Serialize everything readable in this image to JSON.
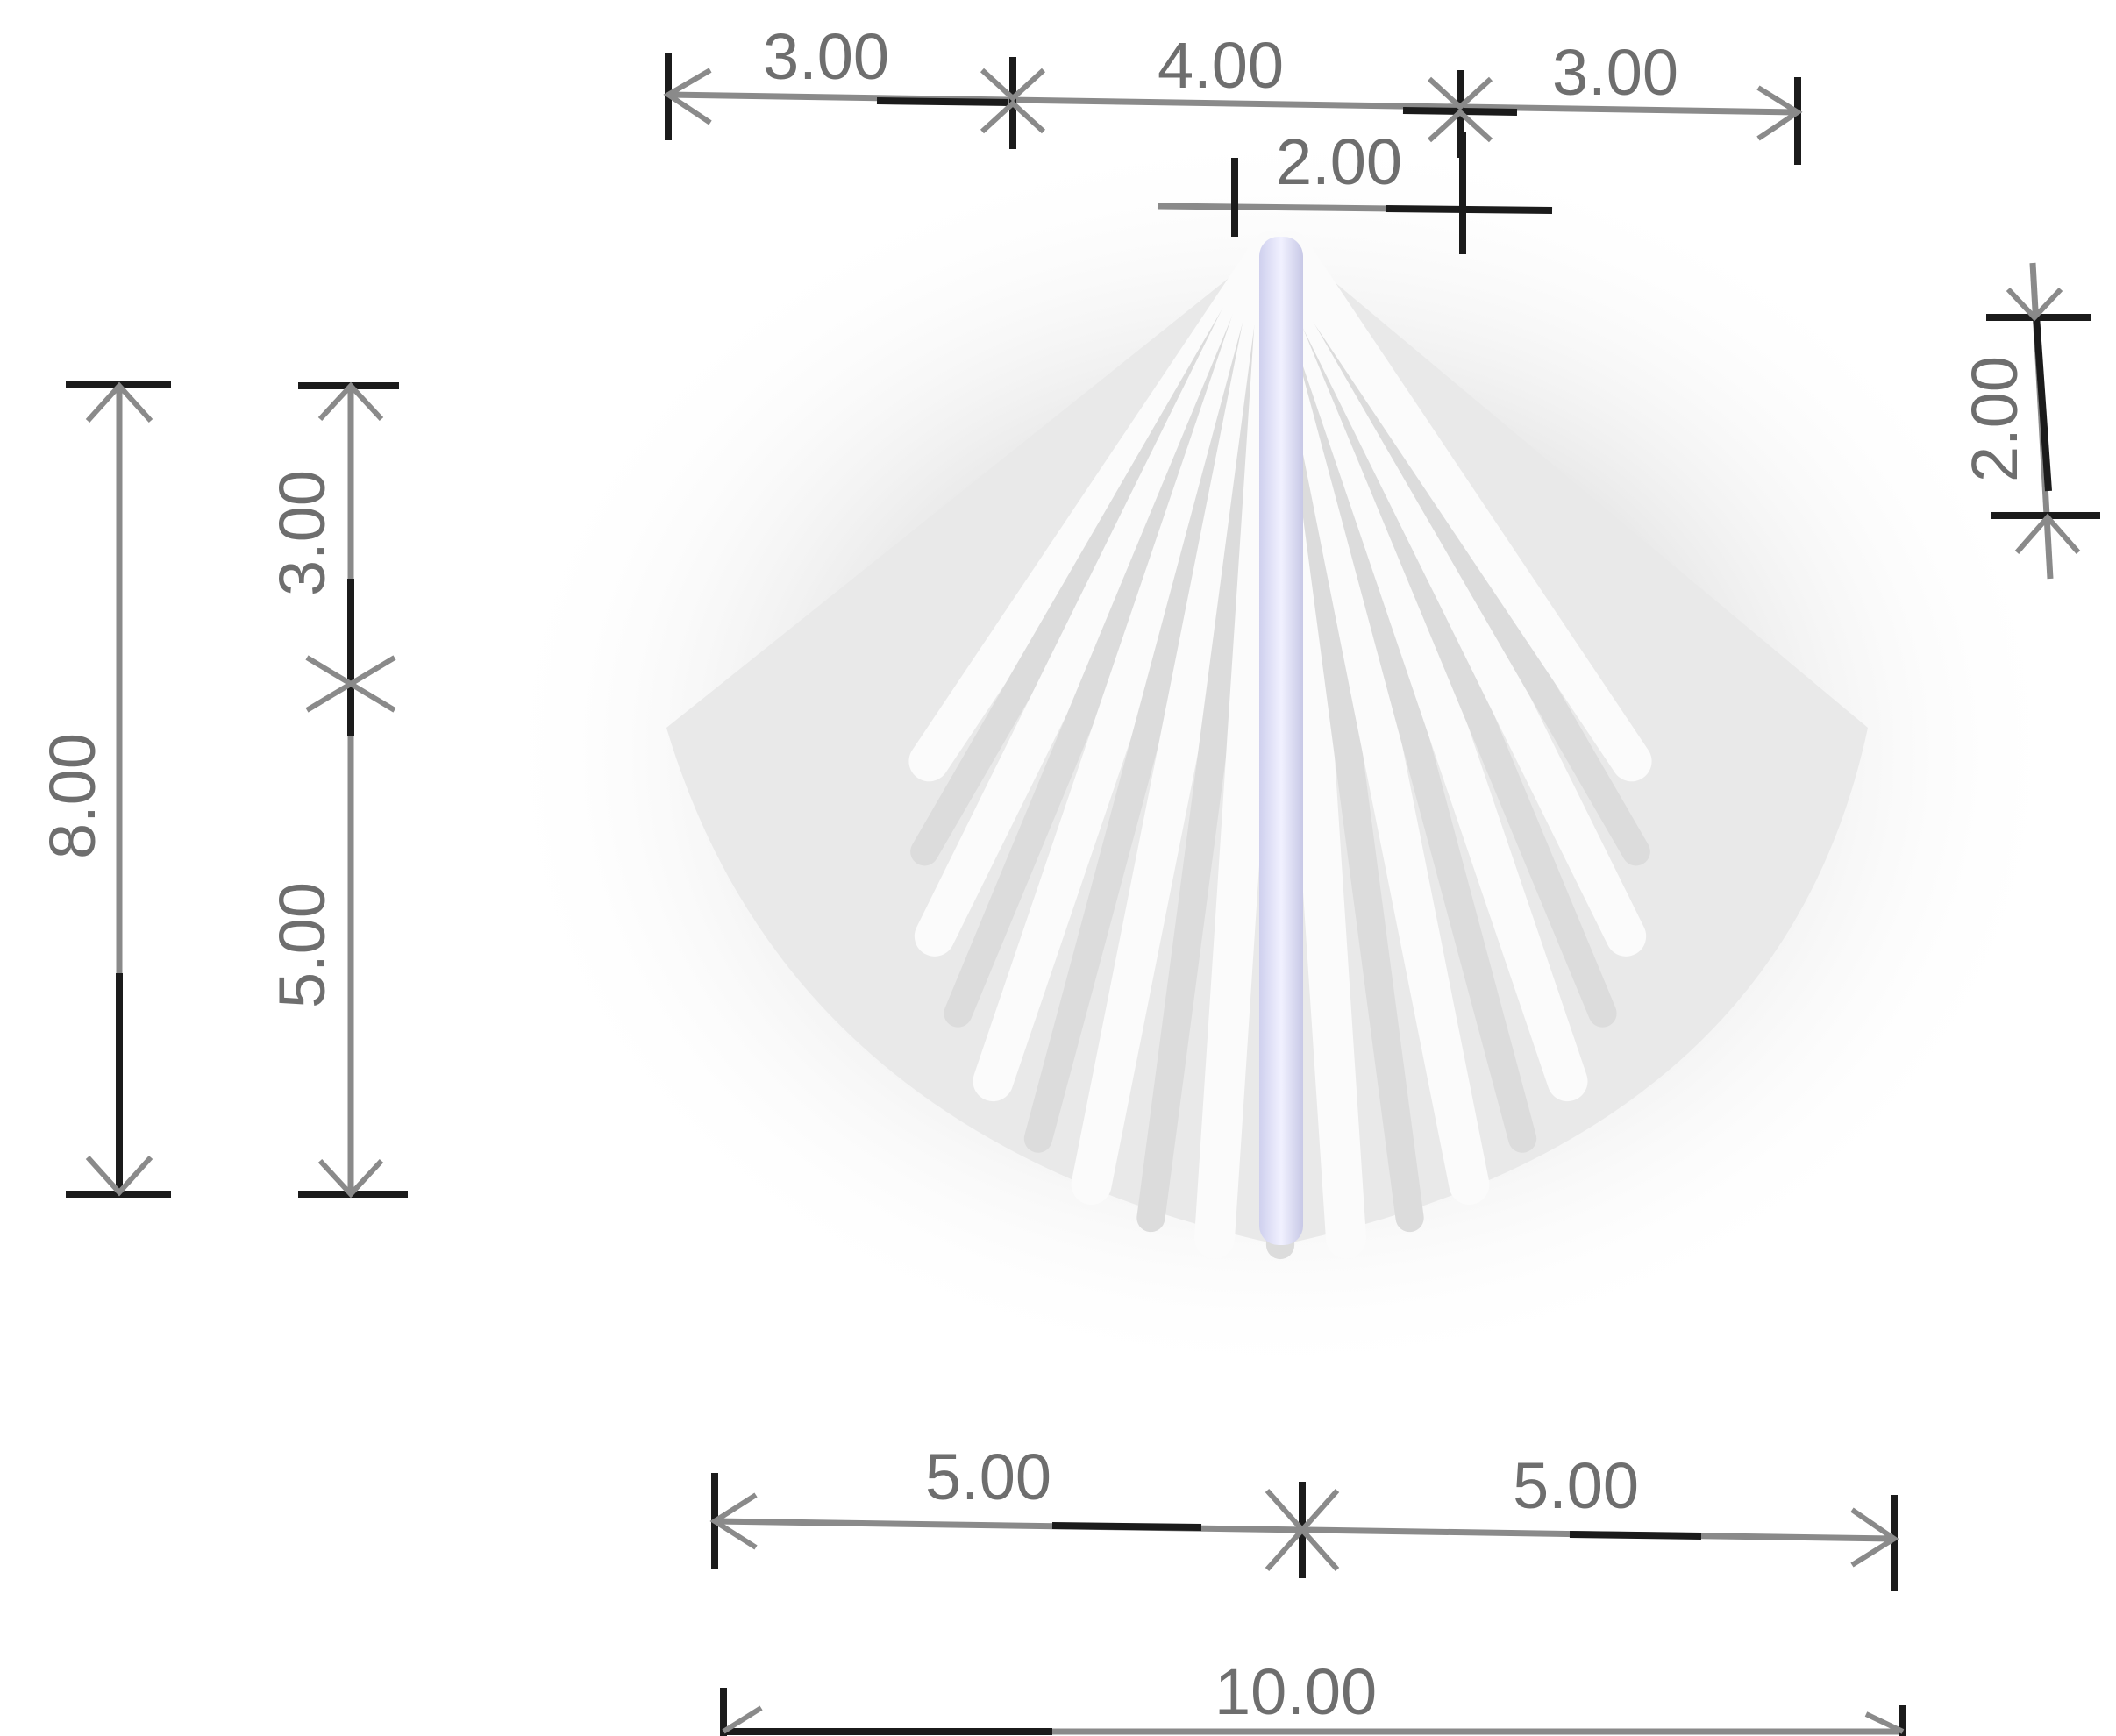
{
  "dimensions": {
    "top": [
      "3.00",
      "4.00",
      "3.00"
    ],
    "top_inner": "2.00",
    "left_outer": "8.00",
    "left_inner": [
      "3.00",
      "5.00"
    ],
    "right": "2.00",
    "bottom": [
      "5.00",
      "5.00"
    ],
    "bottom_total": "10.00"
  },
  "colors": {
    "background": "#ffffff",
    "shell": "#f4f4f4",
    "center_rib": "#e2e3f6",
    "dimension_line": "#8a8a8a",
    "dimension_accent": "#1b1b1b"
  }
}
